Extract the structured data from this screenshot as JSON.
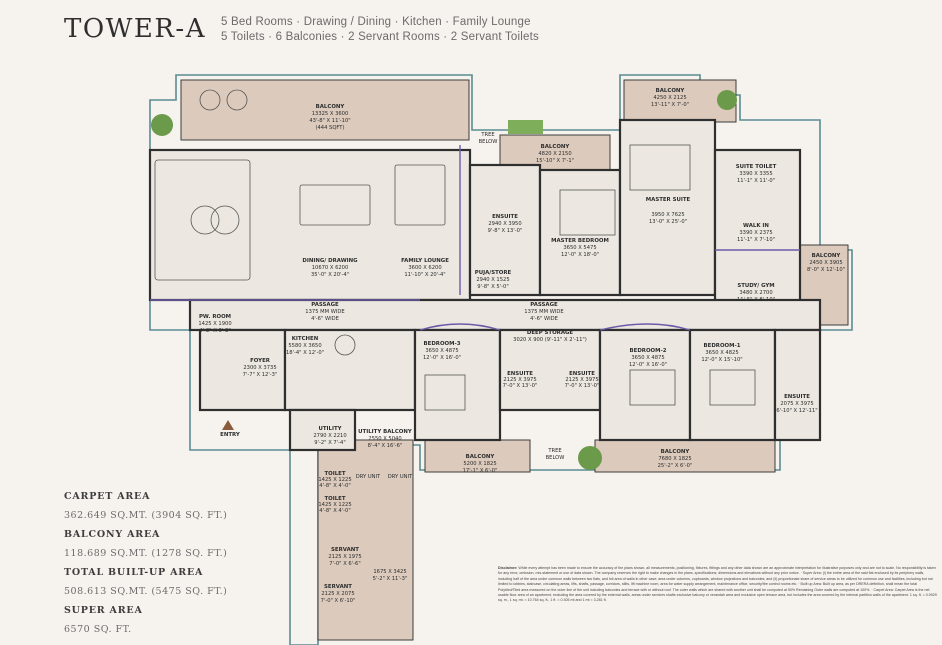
{
  "header": {
    "title": "TOWER-A",
    "line1": "5 Bed Rooms · Drawing / Dining · Kitchen · Family Lounge",
    "line2": "5 Toilets · 6 Balconies · 2 Servant Rooms · 2 Servant Toilets"
  },
  "rooms": {
    "balcony_top_name": "BALCONY",
    "balcony_top_dim": "13325 X 3600",
    "balcony_top_ft": "43'-8\" X 11'-10\"",
    "balcony_top_sqft": "(444 SQFT)",
    "dining_name": "DINING/ DRAWING",
    "dining_dim": "10670 X 6200",
    "dining_ft": "35'-0\" X 20'-4\"",
    "lounge_name": "FAMILY LOUNGE",
    "lounge_dim": "3600 X 6200",
    "lounge_ft": "11'-10\" X 20'-4\"",
    "passage1_name": "PASSAGE",
    "passage1_dim": "1375 MM WIDE",
    "passage1_ft": "4'-6\" WIDE",
    "tree1": "TREE",
    "tree1b": "BELOW",
    "balcony2_name": "BALCONY",
    "balcony2_dim": "4820 X 2150",
    "balcony2_ft": "15'-10\" X 7'-1\"",
    "ensuite1_name": "ENSUITE",
    "ensuite1_dim": "2940 X 3950",
    "ensuite1_ft": "9'-8\" X 13'-0\"",
    "puja_name": "PUJA/STORE",
    "puja_dim": "2940 X 1525",
    "puja_ft": "9'-8\" X 5'-0\"",
    "master_bed_name": "MASTER BEDROOM",
    "master_bed_dim": "3650 X 5475",
    "master_bed_ft": "12'-0\" X 18'-0\"",
    "balcony3_name": "BALCONY",
    "balcony3_dim": "4250 X 2125",
    "balcony3_ft": "13'-11\" X 7'-0\"",
    "master_suite_name": "MASTER SUITE",
    "master_suite_dim": "3950 X 7625",
    "master_suite_ft": "13'-0\" X 25'-0\"",
    "suite_toilet_name": "SUITE TOILET",
    "suite_toilet_dim": "3390 X 3355",
    "suite_toilet_ft": "11'-1\" X 11'-0\"",
    "walkin_name": "WALK IN",
    "walkin_dim": "3390 X 2375",
    "walkin_ft": "11'-1\" X 7'-10\"",
    "balcony4_name": "BALCONY",
    "balcony4_dim": "2450 X 3905",
    "balcony4_ft": "8'-0\" X 12'-10\"",
    "study_name": "STUDY/ GYM",
    "study_dim": "3480 X 2700",
    "study_ft": "11'-5\" X 8'-10\"",
    "passage2_name": "PASSAGE",
    "passage2_dim": "1375 MM WIDE",
    "passage2_ft": "4'-6\" WIDE",
    "pwd_name": "PW. ROOM",
    "pwd_dim": "1425 X 1900",
    "pwd_ft": "4'-8\" X 6'-3\"",
    "kitchen_name": "KITCHEN",
    "kitchen_dim": "5580 X 3650",
    "kitchen_ft": "18'-4\" X 12'-0\"",
    "foyer_name": "FOYER",
    "foyer_dim": "2300 X 3735",
    "foyer_ft": "7'-7\" X 12'-3\"",
    "entry": "ENTRY",
    "bed3_name": "BEDROOM-3",
    "bed3_dim": "3650 X 4875",
    "bed3_ft": "12'-0\" X 16'-0\"",
    "deep_storage_name": "DEEP STORAGE",
    "deep_storage_dim": "3020 X 900 (9'-11\" X 2'-11\")",
    "ensuite2_name": "ENSUITE",
    "ensuite2_dim": "2125 X 3975",
    "ensuite2_ft": "7'-0\" X 13'-0\"",
    "ensuite3_name": "ENSUITE",
    "ensuite3_dim": "2125 X 3975",
    "ensuite3_ft": "7'-0\" X 13'-0\"",
    "bed2_name": "BEDROOM-2",
    "bed2_dim": "3650 X 4875",
    "bed2_ft": "12'-0\" X 16'-0\"",
    "bed1_name": "BEDROOM-1",
    "bed1_dim": "3650 X 4825",
    "bed1_ft": "12'-0\" X 15'-10\"",
    "ensuite4_name": "ENSUITE",
    "ensuite4_dim": "2075 X 3975",
    "ensuite4_ft": "6'-10\" X 12'-11\"",
    "utility_name": "UTILITY",
    "utility_dim": "2790 X 2210",
    "utility_ft": "9'-2\" X 7'-4\"",
    "utility_balc_name": "UTILITY BALCONY",
    "utility_balc_dim": "2550 X 5040",
    "utility_balc_ft": "8'-4\" X 16'-6\"",
    "balcony5_name": "BALCONY",
    "balcony5_dim": "5200 X 1825",
    "balcony5_ft": "17'-1\" X 6'-0\"",
    "tree2": "TREE",
    "tree2b": "BELOW",
    "balcony6_name": "BALCONY",
    "balcony6_dim": "7680 X 1825",
    "balcony6_ft": "25'-2\" X 6'-0\"",
    "toilet1_name": "TOILET",
    "toilet1_dim": "1425 X 1225",
    "toilet1_ft": "4'-8\" X 4'-0\"",
    "toilet2_name": "TOILET",
    "toilet2_dim": "1425 X 1225",
    "toilet2_ft": "4'-8\" X 4'-0\"",
    "servant1_name": "SERVANT",
    "servant1_dim": "2125 X 1975",
    "servant1_ft": "7'-0\" X 6'-6\"",
    "servant2_name": "SERVANT",
    "servant2_dim": "2125 X 2075",
    "servant2_ft": "7'-0\" X 6'-10\"",
    "corridor_dim": "1675 X 3425",
    "corridor_ft": "5'-2\" X 11'-3\"",
    "dry_unit1": "DRY UNIT",
    "dry_unit2": "DRY UNIT"
  },
  "areas": [
    {
      "label": "CARPET AREA",
      "value": "362.649 SQ.MT. (3904 SQ. FT.)"
    },
    {
      "label": "BALCONY AREA",
      "value": "118.689 SQ.MT. (1278 SQ. FT.)"
    },
    {
      "label": "TOTAL BUILT-UP AREA",
      "value": "508.613 SQ.MT. (5475 SQ. FT.)"
    },
    {
      "label": "SUPER AREA",
      "value": "6570 SQ. FT."
    }
  ],
  "disclaimer": {
    "label": "Disclaimer:",
    "text": "While every attempt has been made to ensure the accuracy of the plans shown, all measurements, positioning, fixtures, fittings and any other data shown are an approximate interpretation for illustrative purposes only and are not to scale. No responsibility is taken for any error, omission, mis-statement or use of data shown. The company reserves the right to make changes in the plans, specifications, dimensions and elevations without any prior notice. · Super Area: (i) the entire area of the said flat enclosed by its periphery walls, including half of the area under common walls between two flats, and full area of walls in other case; area under columns, cupboards, window projections and balconies; and (ii) proportionate share of service areas to be utilized for common use and facilities, including but not limited to lobbies, staircase, circulating areas, lifts, shafts, passage, corridors, stilts, lift machine room, area for water supply arrangement, maintenance office, security/fire control rooms etc. · Built up Area: Built up area, as per DRERA definition, shall mean the total Polytiled/Tiled area measured on the outer line of the unit including balconies and terrace with or without roof. The outer walls which are shared with another unit shall be computed at 50% Remaining Outer walls are computed at 100%. · Carpet Area: Carpet Area is the net usable floor area of an apartment, excluding the area covered by the external walls, areas under services shafts exclusive balcony or verandah area and exclusive open terrace area, but includes the area covered by the internal partition walls of the apartment. 1 sq. ft. = 0.0929 sq. m., 1 sq. mt. = 10.764 sq. ft., 1 ft. = 0.305 mt and 1 mt = 3.281 ft."
  },
  "colors": {
    "wall": "#3c3c3c",
    "balcony": "#d9c9bd",
    "floor": "#ece8e1",
    "outline_accent": "#6b5aa8",
    "border": "#5a8d92",
    "tree": "#6a9a4a"
  }
}
